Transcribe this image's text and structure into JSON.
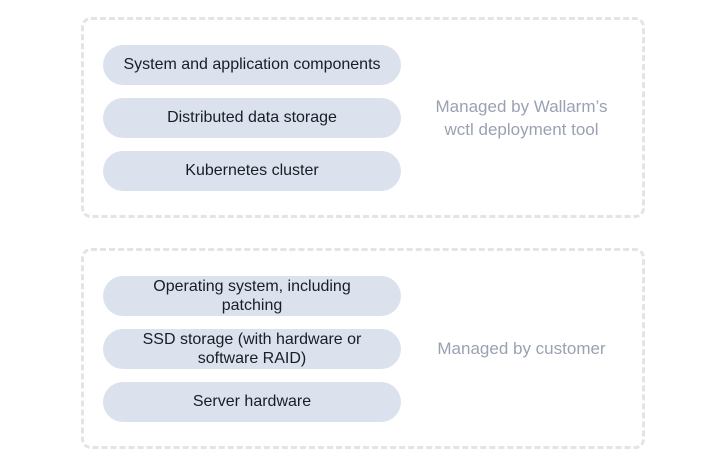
{
  "colors": {
    "pill_bg": "#dbe2ee",
    "pill_text": "#191d24",
    "label_text": "#9aa2b2",
    "dash_border": "#e4e4e4"
  },
  "groups": [
    {
      "id": "wallarm-managed",
      "pills": [
        {
          "lines": [
            "System and application components"
          ]
        },
        {
          "lines": [
            "Distributed data storage"
          ]
        },
        {
          "lines": [
            "Kubernetes cluster"
          ]
        }
      ],
      "label_lines": [
        "Managed by Wallarm’s",
        "wctl deployment tool"
      ]
    },
    {
      "id": "customer-managed",
      "pills": [
        {
          "lines": [
            "Operating system, including",
            "patching"
          ]
        },
        {
          "lines": [
            "SSD storage (with hardware or",
            "software RAID)"
          ]
        },
        {
          "lines": [
            "Server hardware"
          ]
        }
      ],
      "label_lines": [
        "Managed by customer"
      ]
    }
  ]
}
